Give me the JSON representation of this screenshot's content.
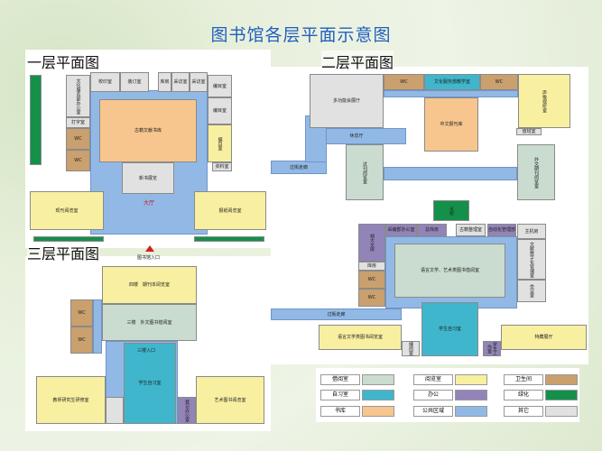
{
  "title": "图书馆各层平面示意图",
  "colors": {
    "借阅室": "#c9dccf",
    "阅览室": "#f8f0a0",
    "卫生间": "#c9a06e",
    "自习室": "#3fb6cc",
    "办公": "#9284b8",
    "绿化": "#14904a",
    "书库": "#f7c58e",
    "公共区域": "#92b9e6",
    "其它": "#e1e1e1"
  },
  "floors": {
    "f1": {
      "label": "一层平面图",
      "entrance": "图书馆入口",
      "rooms": [
        {
          "name": "大厅",
          "type": "公共区域"
        },
        {
          "name": "",
          "type": "绿化"
        },
        {
          "name": "文化服务部办公室",
          "type": "其它"
        },
        {
          "name": "校印室",
          "type": "其它"
        },
        {
          "name": "装订室",
          "type": "其它"
        },
        {
          "name": "库房",
          "type": "其它"
        },
        {
          "name": "采访室",
          "type": "其它"
        },
        {
          "name": "采访室",
          "type": "其它"
        },
        {
          "name": "编目室",
          "type": "其它"
        },
        {
          "name": "编目室",
          "type": "其它"
        },
        {
          "name": "编目室",
          "type": "阅览室"
        },
        {
          "name": "资料室",
          "type": "其它"
        },
        {
          "name": "打字室",
          "type": "其它"
        },
        {
          "name": "WC",
          "type": "卫生间"
        },
        {
          "name": "WC",
          "type": "卫生间"
        },
        {
          "name": "古籍文献书库",
          "type": "书库"
        },
        {
          "name": "新书展览",
          "type": "其它"
        },
        {
          "name": "现刊阅览室",
          "type": "阅览室"
        },
        {
          "name": "报纸阅览室",
          "type": "阅览室"
        },
        {
          "name": "",
          "type": "绿化"
        },
        {
          "name": "",
          "type": "绿化"
        }
      ]
    },
    "f2": {
      "label": "二层平面图",
      "rooms": [
        {
          "name": "",
          "type": "公共区域"
        },
        {
          "name": "休息厅",
          "type": "公共区域"
        },
        {
          "name": "过街走廊",
          "type": "公共区域"
        },
        {
          "name": "",
          "type": "公共区域"
        },
        {
          "name": "",
          "type": "公共区域"
        },
        {
          "name": "多功能会展厅",
          "type": "其它"
        },
        {
          "name": "WC",
          "type": "卫生间"
        },
        {
          "name": "文化服务部教学室",
          "type": "自习室"
        },
        {
          "name": "WC",
          "type": "卫生间"
        },
        {
          "name": "声像视听室",
          "type": "阅览室"
        },
        {
          "name": "中文报刊库",
          "type": "书库"
        },
        {
          "name": "过刊阅览室",
          "type": "借阅室"
        },
        {
          "name": "外文期刊阅览室",
          "type": "借阅室"
        },
        {
          "name": "值班室",
          "type": "其它"
        },
        {
          "name": "天桥",
          "type": "绿化"
        },
        {
          "name": "",
          "type": "公共区域"
        },
        {
          "name": "档大文库",
          "type": "办公"
        },
        {
          "name": "采编部办公室",
          "type": "办公"
        },
        {
          "name": "总库房",
          "type": "办公"
        },
        {
          "name": "古籍整理室",
          "type": "其它"
        },
        {
          "name": "自动化管理部",
          "type": "办公"
        },
        {
          "name": "主机房",
          "type": "其它"
        },
        {
          "name": "语言文学、艺术类图书借阅室",
          "type": "借阅室"
        },
        {
          "name": "库房",
          "type": "其它"
        },
        {
          "name": "WC",
          "type": "卫生间"
        },
        {
          "name": "WC",
          "type": "卫生间"
        },
        {
          "name": "文献数字化管理室",
          "type": "其它"
        },
        {
          "name": "会议室",
          "type": "其它"
        },
        {
          "name": "过街走廊",
          "type": "公共区域"
        },
        {
          "name": "语言文学类图书阅览室",
          "type": "阅览室"
        },
        {
          "name": "学生自习室",
          "type": "自习室"
        },
        {
          "name": "特藏展厅",
          "type": "阅览室"
        },
        {
          "name": "捷阅室",
          "type": "其它"
        },
        {
          "name": "学生工作室",
          "type": "办公"
        }
      ]
    },
    "f3": {
      "label": "三层平面图",
      "rooms": [
        {
          "name": "",
          "type": "公共区域"
        },
        {
          "name": "",
          "type": "公共区域"
        },
        {
          "name": "四楼　期刊本阅览室",
          "type": "阅览室"
        },
        {
          "name": "三楼　外文图书借阅室",
          "type": "借阅室"
        },
        {
          "name": "WC",
          "type": "卫生间"
        },
        {
          "name": "WC",
          "type": "卫生间"
        },
        {
          "name": "学生自习室",
          "type": "自习室"
        },
        {
          "name": "教师研究生研修室",
          "type": "阅览室"
        },
        {
          "name": "艺术图书阅览室",
          "type": "阅览室"
        },
        {
          "name": "登记办公室",
          "type": "办公"
        },
        {
          "name": "",
          "type": "其它"
        }
      ],
      "entrance": "三楼入口"
    }
  },
  "legend": [
    {
      "label": "借阅室",
      "type": "借阅室"
    },
    {
      "label": "阅览室",
      "type": "阅览室"
    },
    {
      "label": "卫生间",
      "type": "卫生间"
    },
    {
      "label": "自习室",
      "type": "自习室"
    },
    {
      "label": "办公",
      "type": "办公"
    },
    {
      "label": "绿化",
      "type": "绿化"
    },
    {
      "label": "书库",
      "type": "书库"
    },
    {
      "label": "公共区域",
      "type": "公共区域"
    },
    {
      "label": "其它",
      "type": "其它"
    }
  ]
}
